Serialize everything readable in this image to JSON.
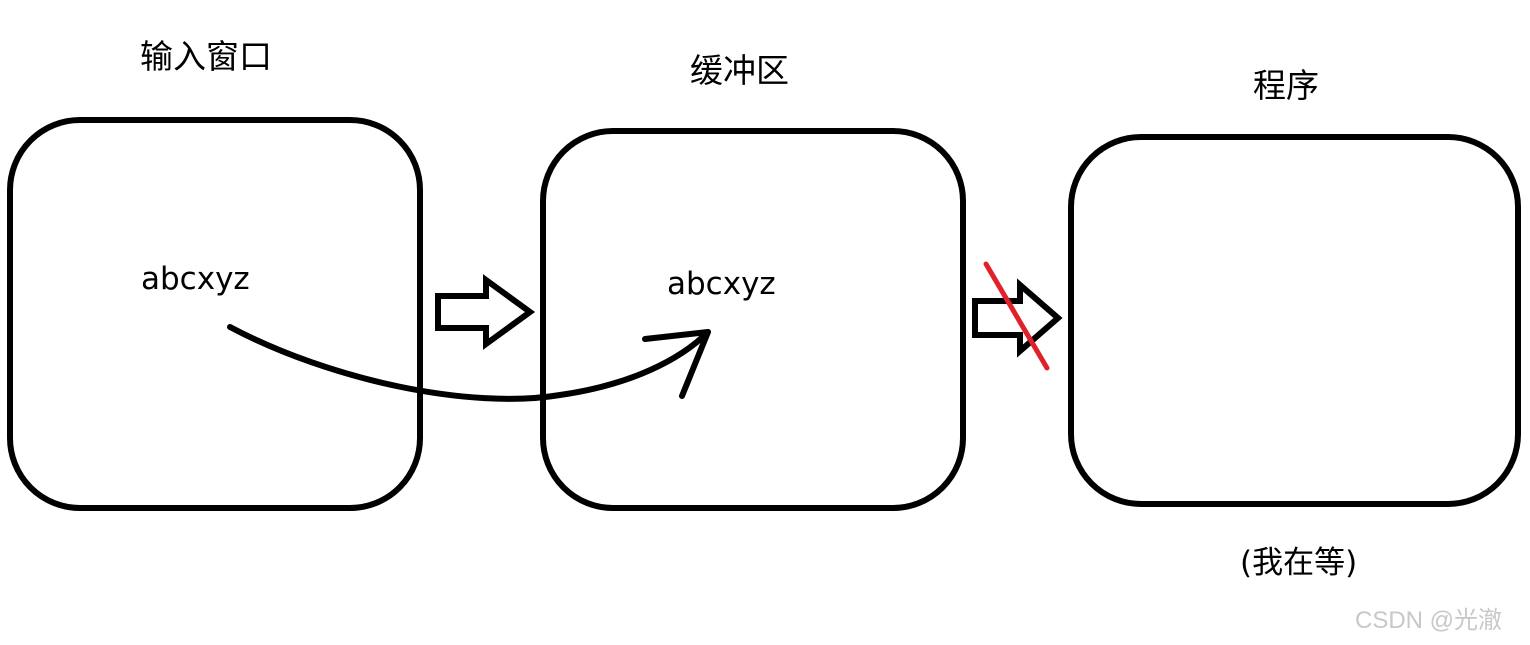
{
  "nodes": {
    "input_window": {
      "title": "输入窗口",
      "content": "abcxyz"
    },
    "buffer": {
      "title": "缓冲区",
      "content": "abcxyz"
    },
    "program": {
      "title": "程序",
      "note": "(我在等)"
    }
  },
  "colors": {
    "line": "#000000",
    "blocked": "#e0202a",
    "watermark": "#c8c8c8"
  },
  "watermark": "CSDN @光澈"
}
